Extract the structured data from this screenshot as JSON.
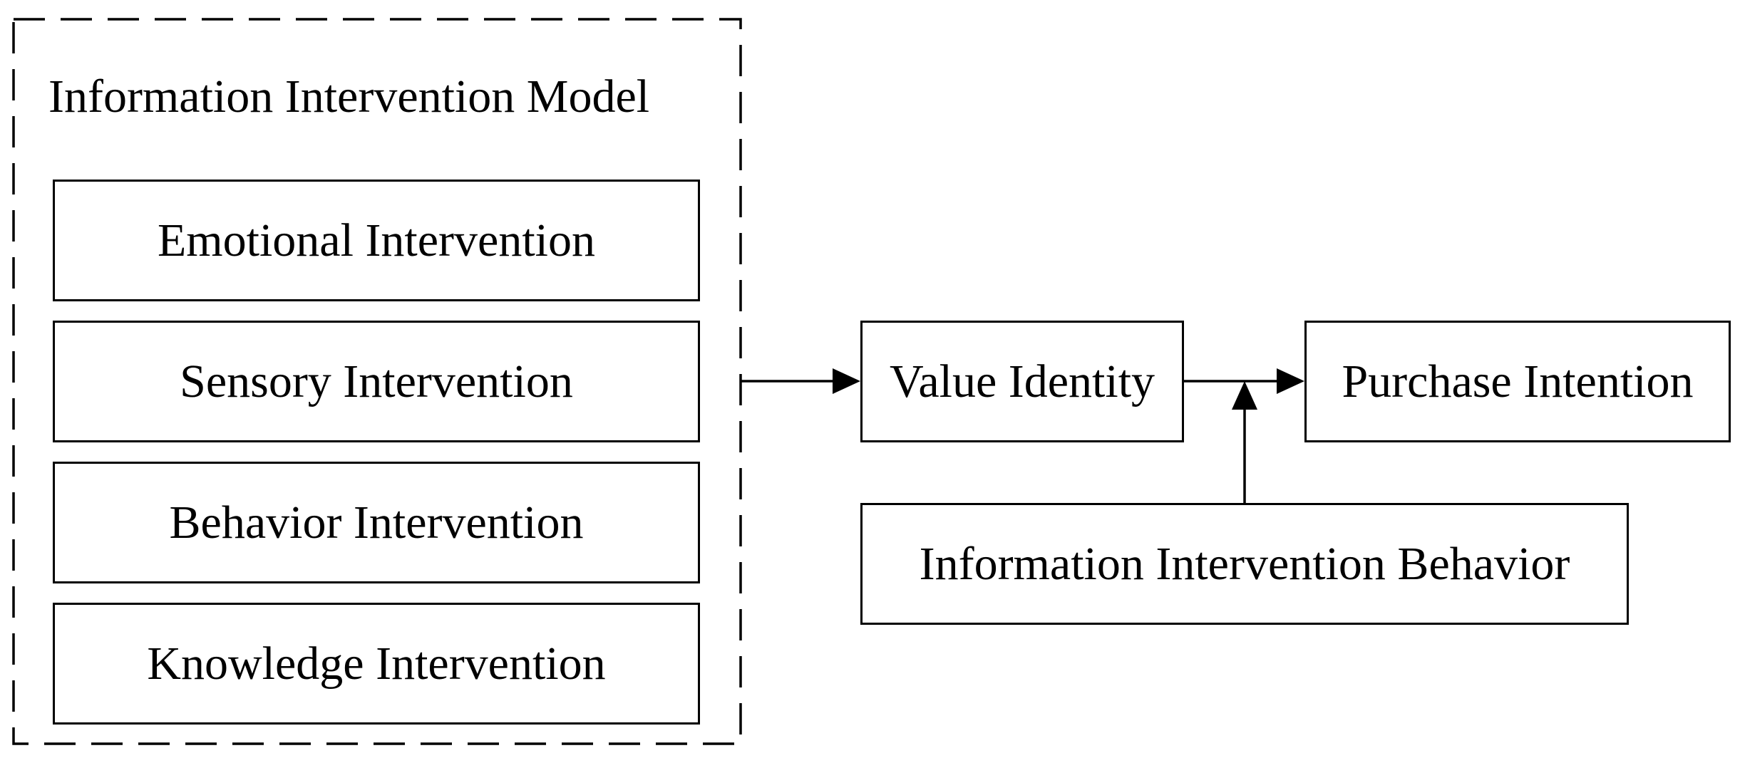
{
  "model": {
    "title": "Information Intervention Model",
    "items": [
      "Emotional Intervention",
      "Sensory Intervention",
      "Behavior Intervention",
      "Knowledge Intervention"
    ]
  },
  "value_identity": "Value Identity",
  "purchase_intention": "Purchase Intention",
  "moderator": "Information Intervention Behavior",
  "colors": {
    "stroke": "#000000",
    "background": "#ffffff"
  }
}
